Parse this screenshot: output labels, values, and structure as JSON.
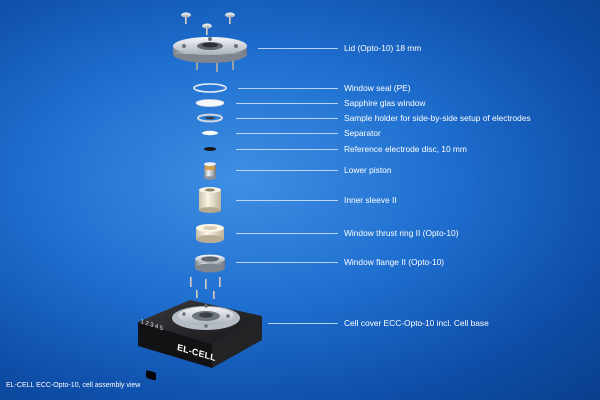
{
  "parts": [
    {
      "label": "Lid (Opto-10) 18 mm"
    },
    {
      "label": "Window seal (PE)"
    },
    {
      "label": "Sapphire glas window"
    },
    {
      "label": "Sample holder for side-by-side setup of electrodes"
    },
    {
      "label": "Separator"
    },
    {
      "label": "Reference electrode disc, 10 mm"
    },
    {
      "label": "Lower piston"
    },
    {
      "label": "Inner sleeve II"
    },
    {
      "label": "Window thrust ring II (Opto-10)"
    },
    {
      "label": "Window flange II (Opto-10)"
    },
    {
      "label": "Cell cover ECC-Opto-10 incl. Cell base"
    }
  ],
  "base_brand": "EL-CELL",
  "base_marking": "1 2 3 4 5",
  "caption": "EL-CELL ECC-Opto-10, cell assembly view",
  "colors": {
    "background": "#1f6fd0",
    "text": "#ffffff",
    "metal": "#c9ced6",
    "base": "#1c1c1e",
    "ceramic": "#efe6d2"
  }
}
